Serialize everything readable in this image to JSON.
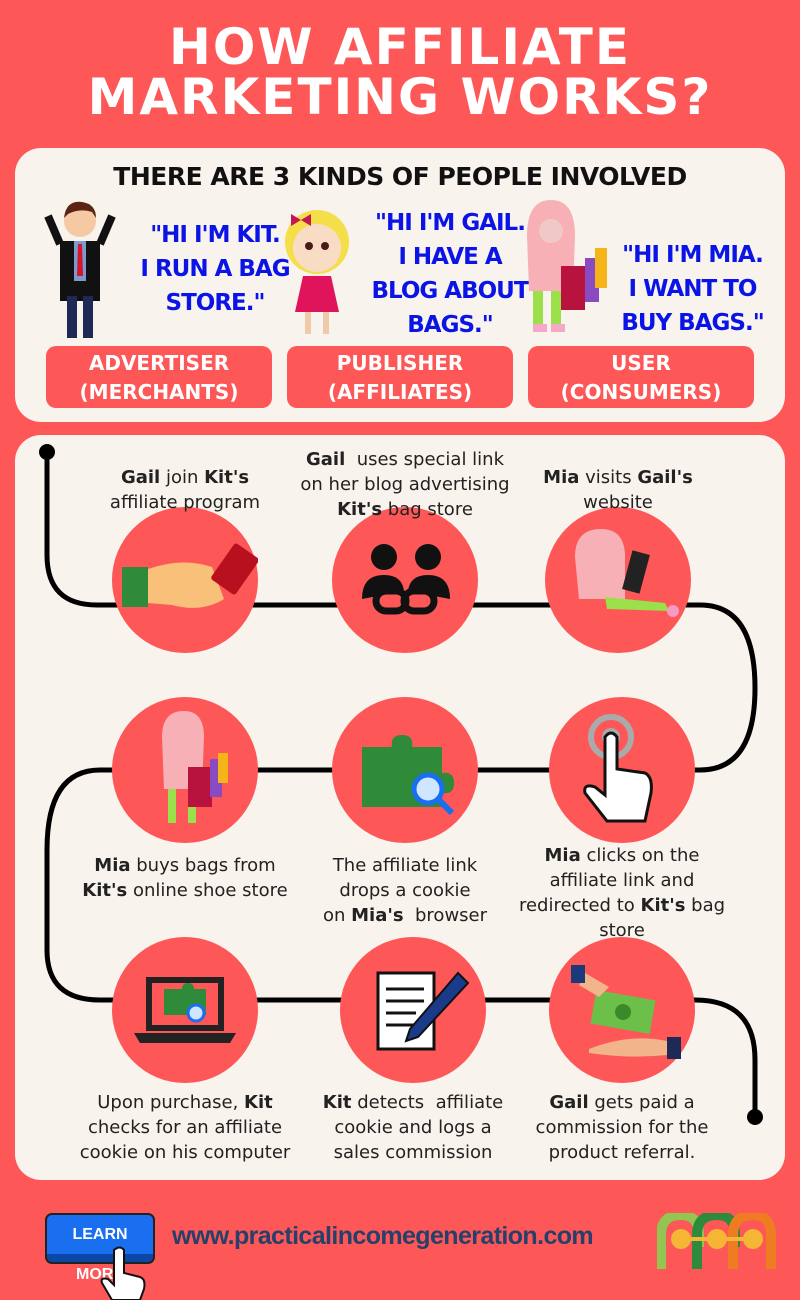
{
  "title": {
    "line1": "HOW AFFILIATE",
    "line2": "MARKETING WORKS?"
  },
  "people": {
    "heading": "THERE ARE 3 KINDS OF PEOPLE INVOLVED",
    "items": [
      {
        "quote": [
          "\"HI I'M KIT.",
          "I RUN A BAG",
          "STORE.\""
        ],
        "role": [
          "ADVERTISER",
          "(MERCHANTS)"
        ]
      },
      {
        "quote": [
          "\"HI I'M GAIL.",
          "I HAVE A",
          "BLOG ABOUT",
          "BAGS.\""
        ],
        "role": [
          "PUBLISHER",
          "(AFFILIATES)"
        ]
      },
      {
        "quote": [
          "\"HI I'M MIA.",
          "I WANT TO",
          "BUY BAGS.\""
        ],
        "role": [
          "USER",
          "(CONSUMERS)"
        ]
      }
    ]
  },
  "steps": [
    {
      "icon": "handshake-icon",
      "lines": [
        [
          [
            "Gail",
            1
          ],
          [
            " join ",
            0
          ],
          [
            "Kit's",
            1
          ]
        ],
        [
          [
            "affiliate program",
            0
          ]
        ]
      ]
    },
    {
      "icon": "link-people-icon",
      "lines": [
        [
          [
            "Gail",
            1
          ],
          [
            "  uses special link",
            0
          ]
        ],
        [
          [
            "on her blog advertising",
            0
          ]
        ],
        [
          [
            "Kit's",
            1
          ],
          [
            " bag store",
            0
          ]
        ]
      ]
    },
    {
      "icon": "mia-laptop-icon",
      "lines": [
        [
          [
            "Mia",
            1
          ],
          [
            " visits ",
            0
          ],
          [
            "Gail's",
            1
          ]
        ],
        [
          [
            "website",
            0
          ]
        ]
      ]
    },
    {
      "icon": "mia-shopping-icon",
      "lines": [
        [
          [
            "Mia",
            1
          ],
          [
            " buys bags from",
            0
          ]
        ],
        [
          [
            "Kit's",
            1
          ],
          [
            " online shoe store",
            0
          ]
        ]
      ]
    },
    {
      "icon": "puzzle-search-icon",
      "lines": [
        [
          [
            "The affiliate link",
            0
          ]
        ],
        [
          [
            "drops a cookie",
            0
          ]
        ],
        [
          [
            "on ",
            0
          ],
          [
            "Mia's",
            1
          ],
          [
            "  browser",
            0
          ]
        ]
      ]
    },
    {
      "icon": "hand-click-icon",
      "lines": [
        [
          [
            "Mia",
            1
          ],
          [
            " clicks on the",
            0
          ]
        ],
        [
          [
            "affiliate link and",
            0
          ]
        ],
        [
          [
            "redirected to ",
            0
          ],
          [
            "Kit's",
            1
          ],
          [
            " bag",
            0
          ]
        ],
        [
          [
            "store",
            0
          ]
        ]
      ]
    },
    {
      "icon": "laptop-puzzle-icon",
      "lines": [
        [
          [
            "Upon purchase, ",
            0
          ],
          [
            "Kit",
            1
          ]
        ],
        [
          [
            "checks for an affiliate",
            0
          ]
        ],
        [
          [
            "cookie on his computer",
            0
          ]
        ]
      ]
    },
    {
      "icon": "document-pen-icon",
      "lines": [
        [
          [
            "Kit",
            1
          ],
          [
            " detects  affiliate",
            0
          ]
        ],
        [
          [
            "cookie and logs a",
            0
          ]
        ],
        [
          [
            "sales commission",
            0
          ]
        ]
      ]
    },
    {
      "icon": "money-hand-icon",
      "lines": [
        [
          [
            "Gail",
            1
          ],
          [
            " gets paid a",
            0
          ]
        ],
        [
          [
            "commission for the",
            0
          ]
        ],
        [
          [
            "product referral.",
            0
          ]
        ]
      ]
    }
  ],
  "footer": {
    "button": "LEARN MORE",
    "url": "www.practicalincomegeneration.com",
    "logo": "ppm"
  },
  "colors": {
    "bg": "#fe5757",
    "panel": "#f8f3ec",
    "quote": "#0a14e6"
  }
}
